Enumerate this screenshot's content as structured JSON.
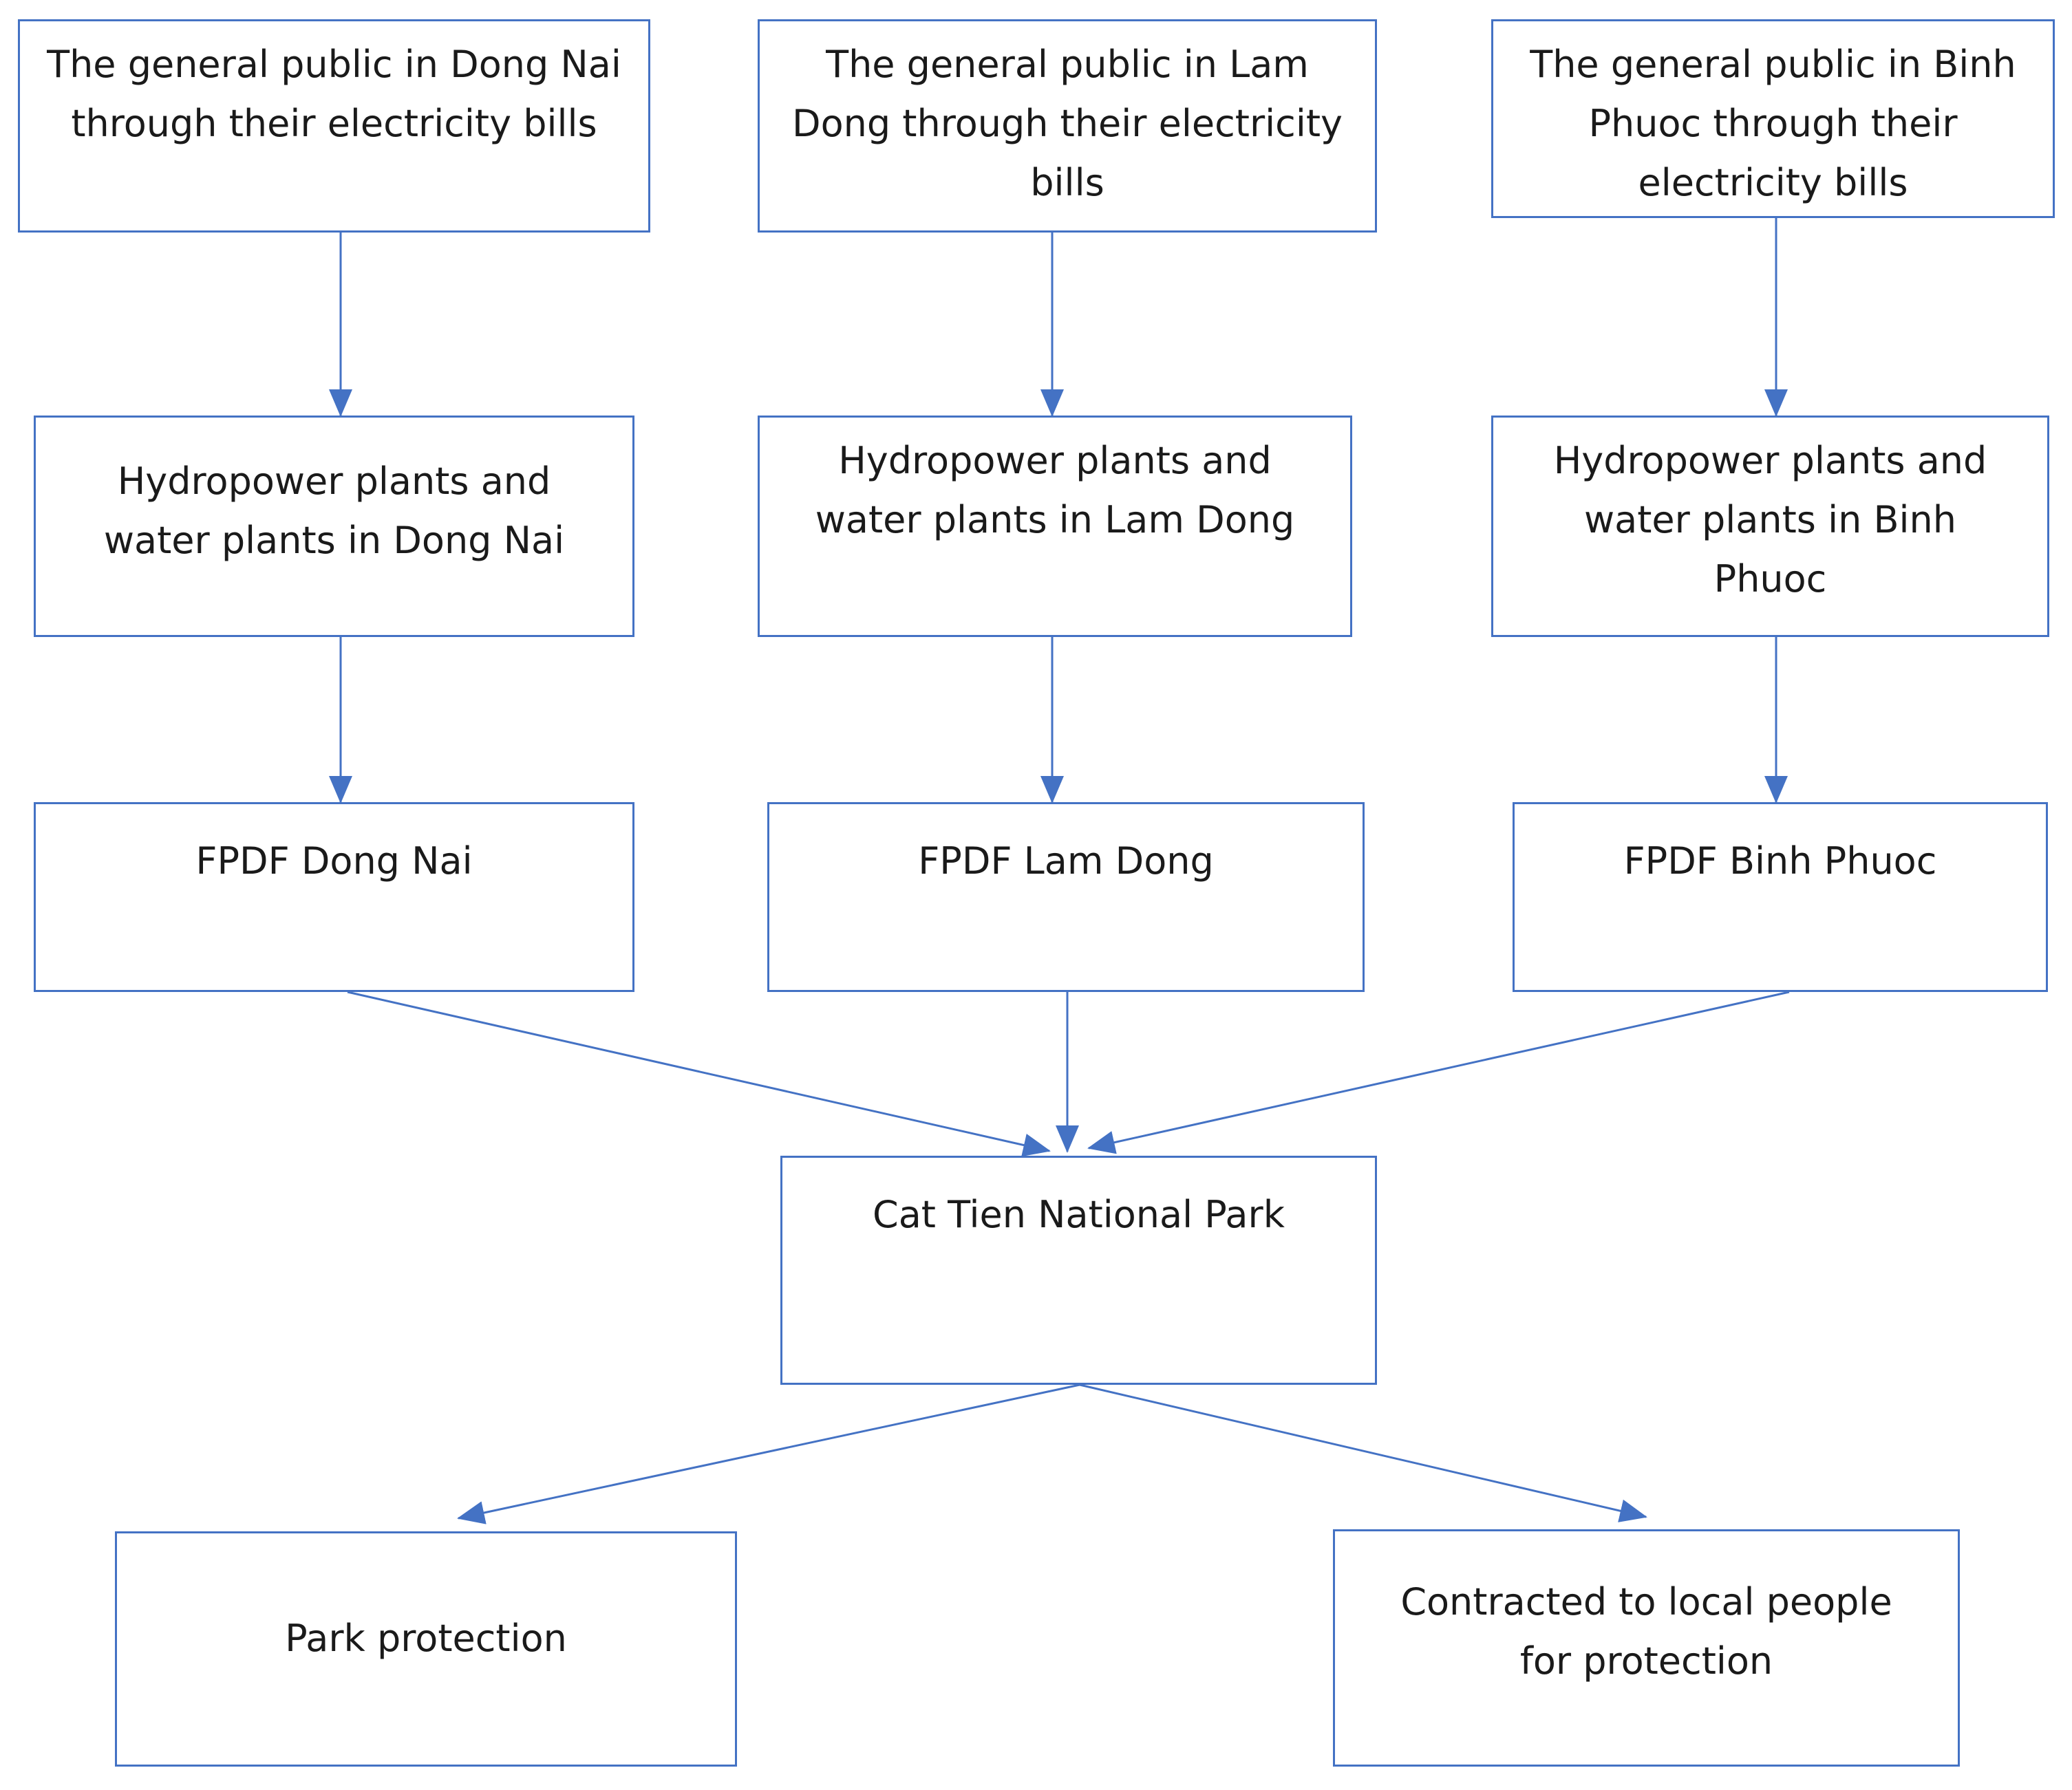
{
  "colors": {
    "stroke": "#4472c4",
    "text": "#1a1a1a",
    "background": "#ffffff"
  },
  "nodes": {
    "public_dong_nai": "The general public in Dong Nai through their electricity bills",
    "public_lam_dong": "The general public in Lam Dong through their electricity bills",
    "public_binh_phuoc": "The general public in Binh Phuoc through their electricity bills",
    "plants_dong_nai": "Hydropower plants and water plants in Dong Nai",
    "plants_lam_dong": "Hydropower plants and water plants in Lam Dong",
    "plants_binh_phuoc": "Hydropower plants and water plants in Binh Phuoc",
    "fpdf_dong_nai": "FPDF Dong Nai",
    "fpdf_lam_dong": "FPDF Lam Dong",
    "fpdf_binh_phuoc": "FPDF Binh Phuoc",
    "cat_tien": "Cat Tien National Park",
    "park_protection": "Park protection",
    "contracted_local": "Contracted to local people for protection"
  },
  "edges": [
    {
      "from": "public_dong_nai",
      "to": "plants_dong_nai"
    },
    {
      "from": "public_lam_dong",
      "to": "plants_lam_dong"
    },
    {
      "from": "public_binh_phuoc",
      "to": "plants_binh_phuoc"
    },
    {
      "from": "plants_dong_nai",
      "to": "fpdf_dong_nai"
    },
    {
      "from": "plants_lam_dong",
      "to": "fpdf_lam_dong"
    },
    {
      "from": "plants_binh_phuoc",
      "to": "fpdf_binh_phuoc"
    },
    {
      "from": "fpdf_dong_nai",
      "to": "cat_tien"
    },
    {
      "from": "fpdf_lam_dong",
      "to": "cat_tien"
    },
    {
      "from": "fpdf_binh_phuoc",
      "to": "cat_tien"
    },
    {
      "from": "cat_tien",
      "to": "park_protection"
    },
    {
      "from": "cat_tien",
      "to": "contracted_local"
    }
  ]
}
